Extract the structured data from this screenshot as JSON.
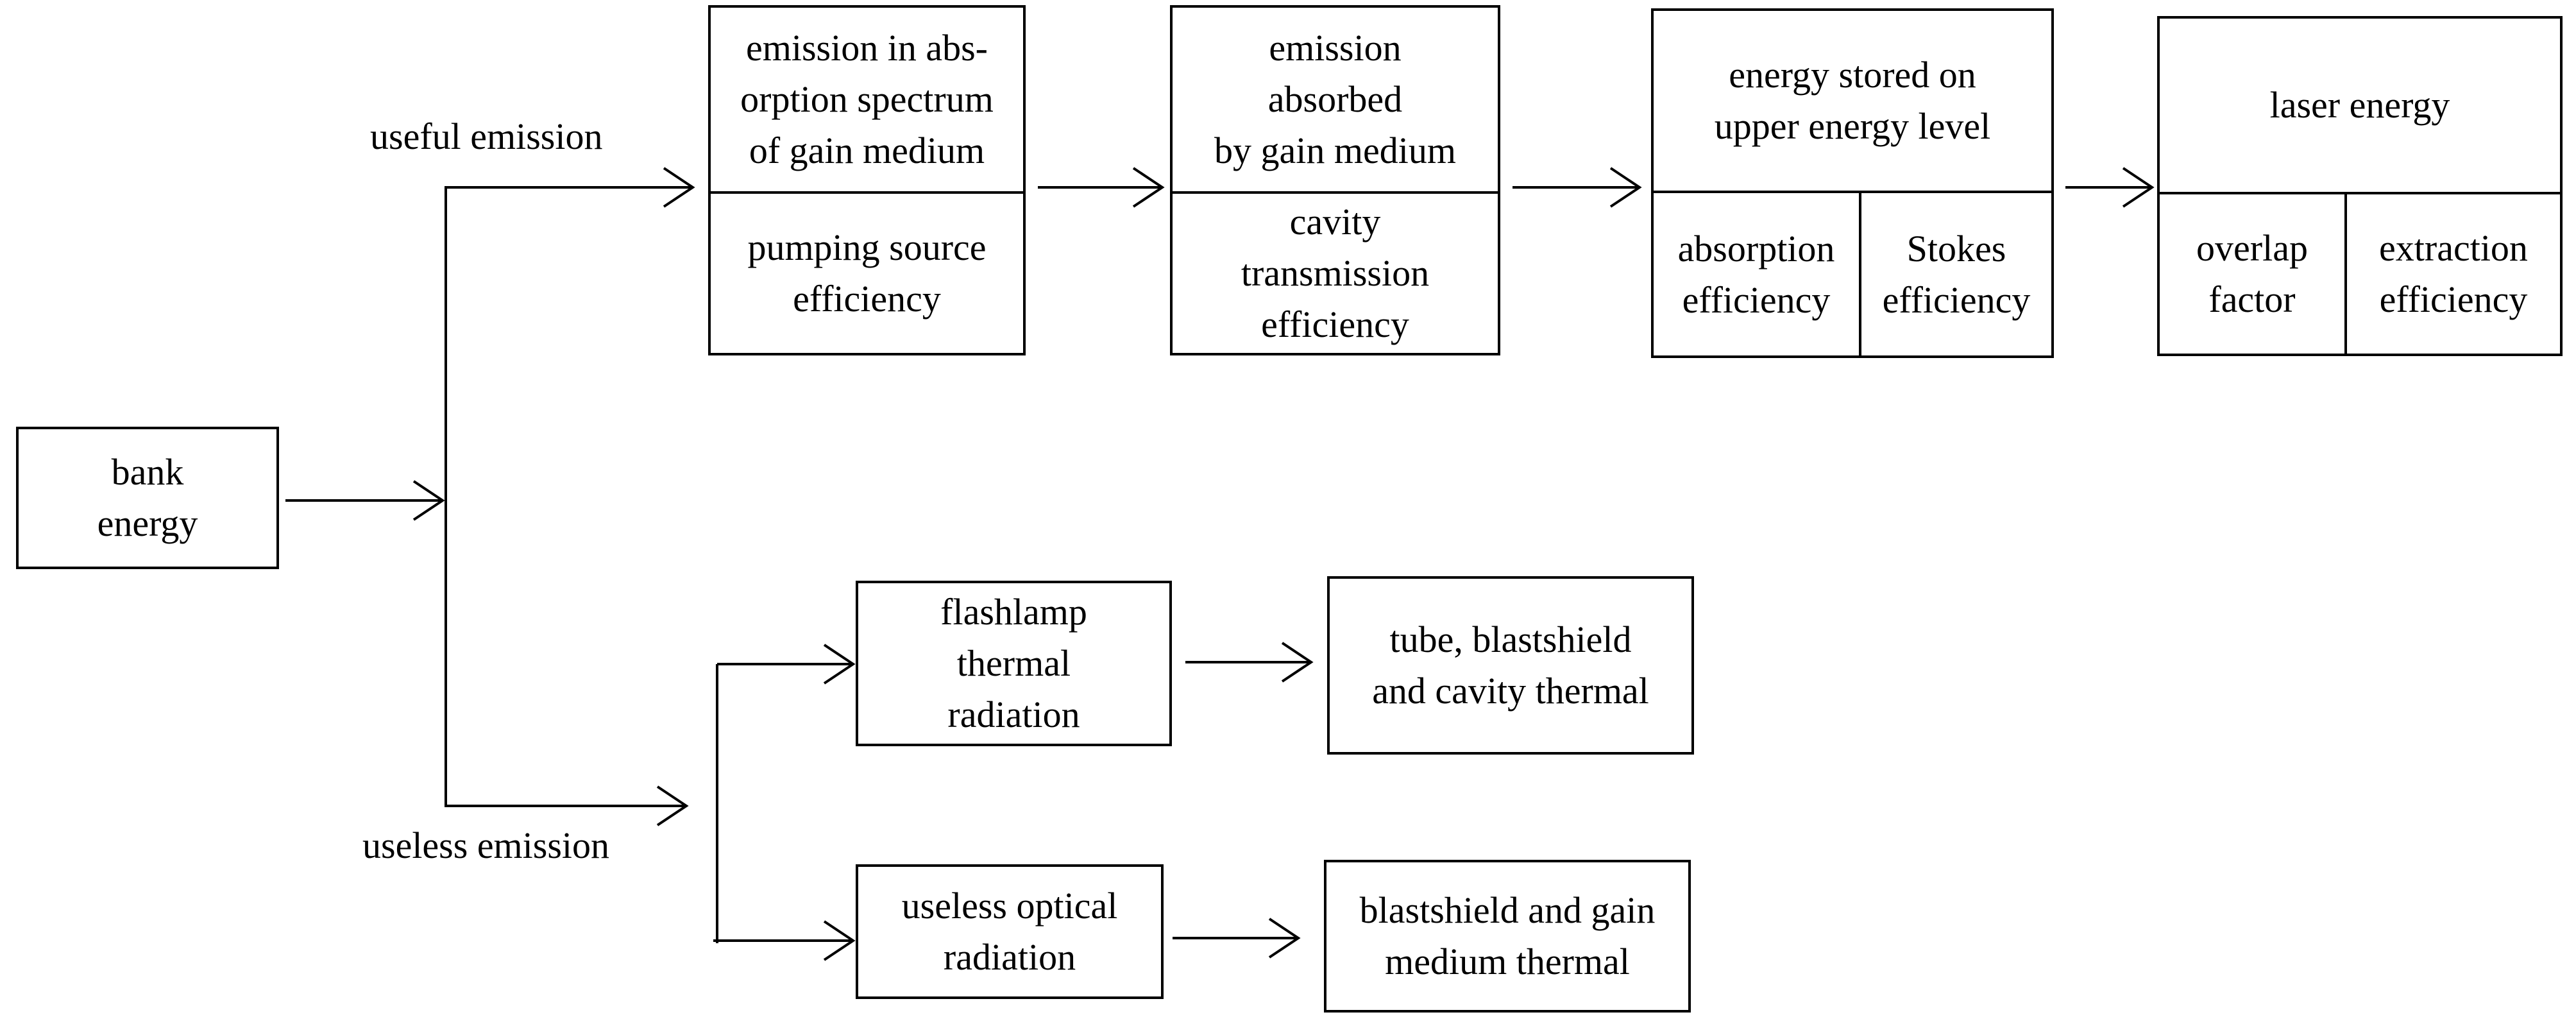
{
  "nodes": {
    "bank_energy": "bank\nenergy",
    "emission_in_absorption": "emission in abs-\norption spectrum\nof gain medium",
    "pumping_source_efficiency": "pumping source\nefficiency",
    "emission_absorbed": "emission\nabsorbed\nby gain medium",
    "cavity_transmission_efficiency": "cavity\ntransmission\nefficiency",
    "energy_stored": "energy stored on\nupper energy level",
    "absorption_efficiency": "absorption\nefficiency",
    "stokes_efficiency": "Stokes\nefficiency",
    "laser_energy": "laser energy",
    "overlap_factor": "overlap\nfactor",
    "extraction_efficiency": "extraction\nefficiency",
    "flashlamp_thermal": "flashlamp\nthermal\nradiation",
    "tube_blastshield": "tube, blastshield\nand cavity thermal",
    "useless_optical": "useless optical\nradiation",
    "blastshield_gain": "blastshield and gain\nmedium thermal"
  },
  "labels": {
    "useful_emission": "useful emission",
    "useless_emission": "useless emission"
  }
}
